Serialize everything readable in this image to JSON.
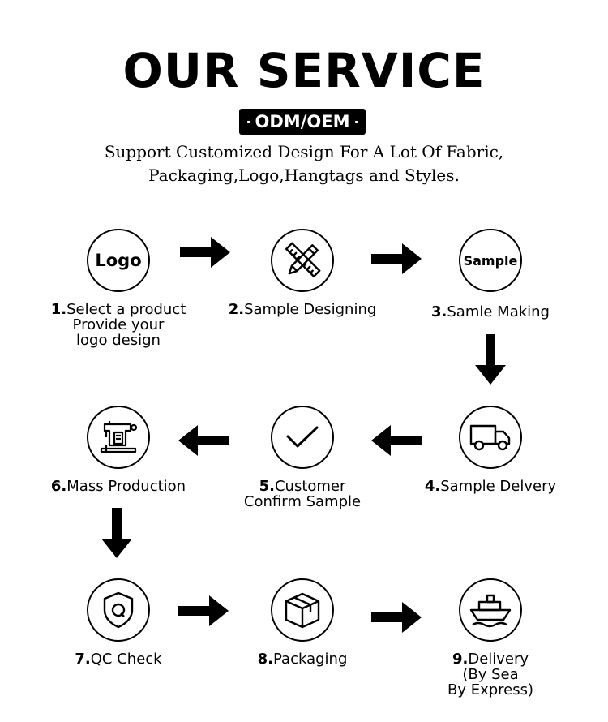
{
  "header": {
    "title": "OUR SERVICE",
    "badge_dot": "·",
    "badge": "ODM/OEM",
    "subtitle_line1": "Support Customized Design For A Lot Of Fabric,",
    "subtitle_line2": "Packaging,Logo,Hangtags and Styles."
  },
  "steps": [
    {
      "num": "1.",
      "text": "Select a product",
      "sub1": "Provide your",
      "sub2": "logo design",
      "icon": "logo-text-icon",
      "icon_text": "Logo"
    },
    {
      "num": "2.",
      "text": "Sample Designing",
      "icon": "ruler-pencil-icon"
    },
    {
      "num": "3.",
      "text": "Samle Making",
      "icon": "sample-text-icon",
      "icon_text": "Sample"
    },
    {
      "num": "4.",
      "text": "Sample Delvery",
      "icon": "truck-icon"
    },
    {
      "num": "5.",
      "text": "Customer",
      "sub1": "Confirm Sample",
      "icon": "checkmark-icon"
    },
    {
      "num": "6.",
      "text": "Mass Production",
      "icon": "sewing-machine-icon"
    },
    {
      "num": "7.",
      "text": "QC Check",
      "icon": "shield-q-icon"
    },
    {
      "num": "8.",
      "text": "Packaging",
      "icon": "box-icon"
    },
    {
      "num": "9.",
      "text": "Delivery",
      "sub1": "(By Sea",
      "sub2": "By Express)",
      "icon": "ship-icon"
    }
  ],
  "colors": {
    "primary": "#000000",
    "background": "#ffffff"
  }
}
